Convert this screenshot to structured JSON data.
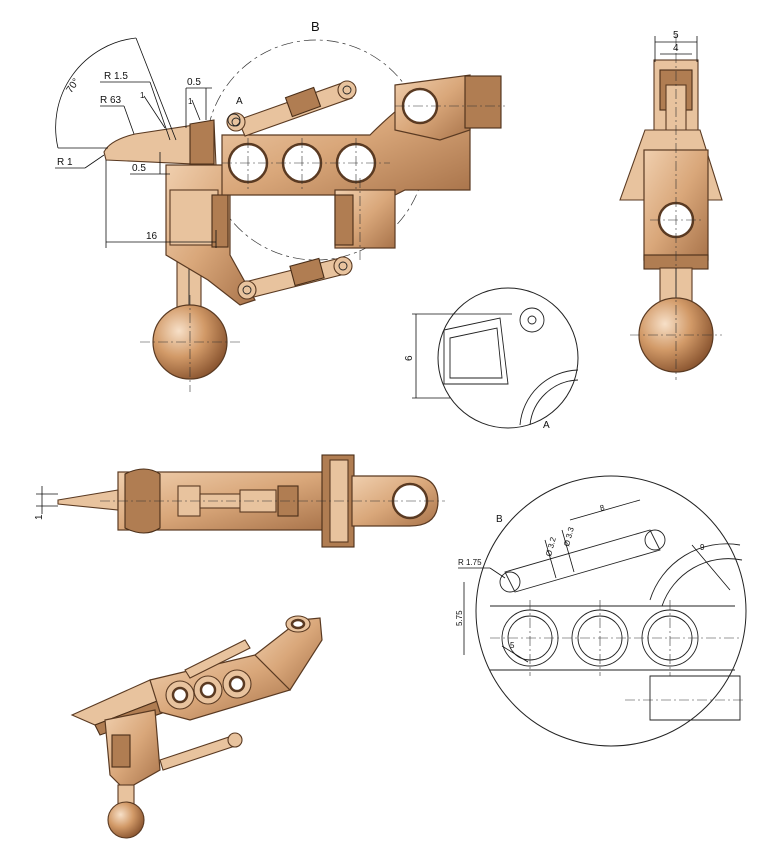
{
  "detail_labels": {
    "detail_b_title": "B",
    "detail_a_marker": "A",
    "detail_a_caption": "A",
    "detail_b_caption": "B"
  },
  "main_view_dims": {
    "angle": "70°",
    "r15": "R 1.5",
    "r63": "R 63",
    "r1": "R 1",
    "d05_top": "0.5",
    "d05_left": "0.5",
    "d1_a": "1",
    "d1_b": "1",
    "d16": "16"
  },
  "side_view_dims": {
    "d5": "5",
    "d4": "4"
  },
  "detail_a_dims": {
    "d6": "6"
  },
  "top_view_dims": {
    "d1": "1"
  },
  "detail_b_dims": {
    "d8": "8",
    "d32": "Ø 3.2",
    "d33": "Ø 3.3",
    "r175": "R 1.75",
    "d575": "5.75",
    "d9": "9",
    "d5": "5"
  },
  "colors": {
    "bronze": "#d9a77a",
    "bronze_dark": "#a8734a",
    "outline": "#5a3a22"
  }
}
